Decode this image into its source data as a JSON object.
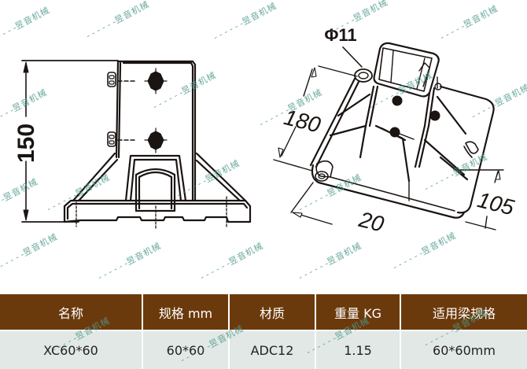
{
  "drawing": {
    "front_view": {
      "dimension_height": "150"
    },
    "iso_view": {
      "hole_diameter": "Φ11",
      "dimension_length": "180",
      "dimension_width": "105",
      "dimension_bottom": "20"
    }
  },
  "watermark": {
    "text": "昱音机械",
    "color": "#4f9a8c"
  },
  "table": {
    "header_bg": "#6b3a0c",
    "body_bg": "#e1e8e5",
    "headers": [
      "名称",
      "规格 mm",
      "材质",
      "重量 KG",
      "适用梁规格"
    ],
    "rows": [
      [
        "XC60*60",
        "60*60",
        "ADC12",
        "1.15",
        "60*60mm"
      ]
    ]
  }
}
